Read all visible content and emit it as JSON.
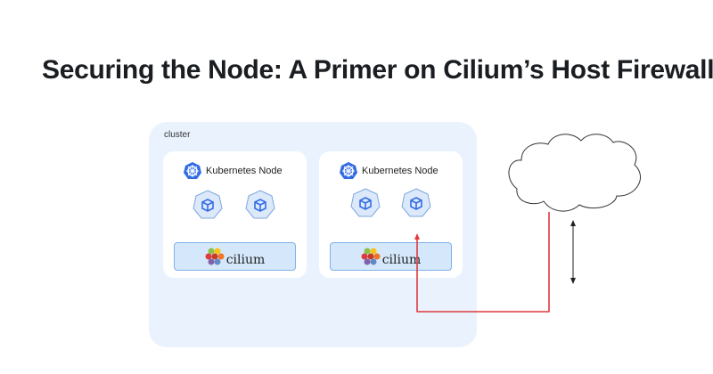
{
  "title": "Securing the Node: A Primer on Cilium’s Host Firewall",
  "cluster": {
    "label": "cluster"
  },
  "nodes": [
    {
      "label": "Kubernetes Node",
      "cni": "cilium"
    },
    {
      "label": "Kubernetes Node",
      "cni": "cilium"
    }
  ],
  "colors": {
    "traffic_arrow": "#e0393e",
    "k8s_blue": "#326ce5"
  }
}
